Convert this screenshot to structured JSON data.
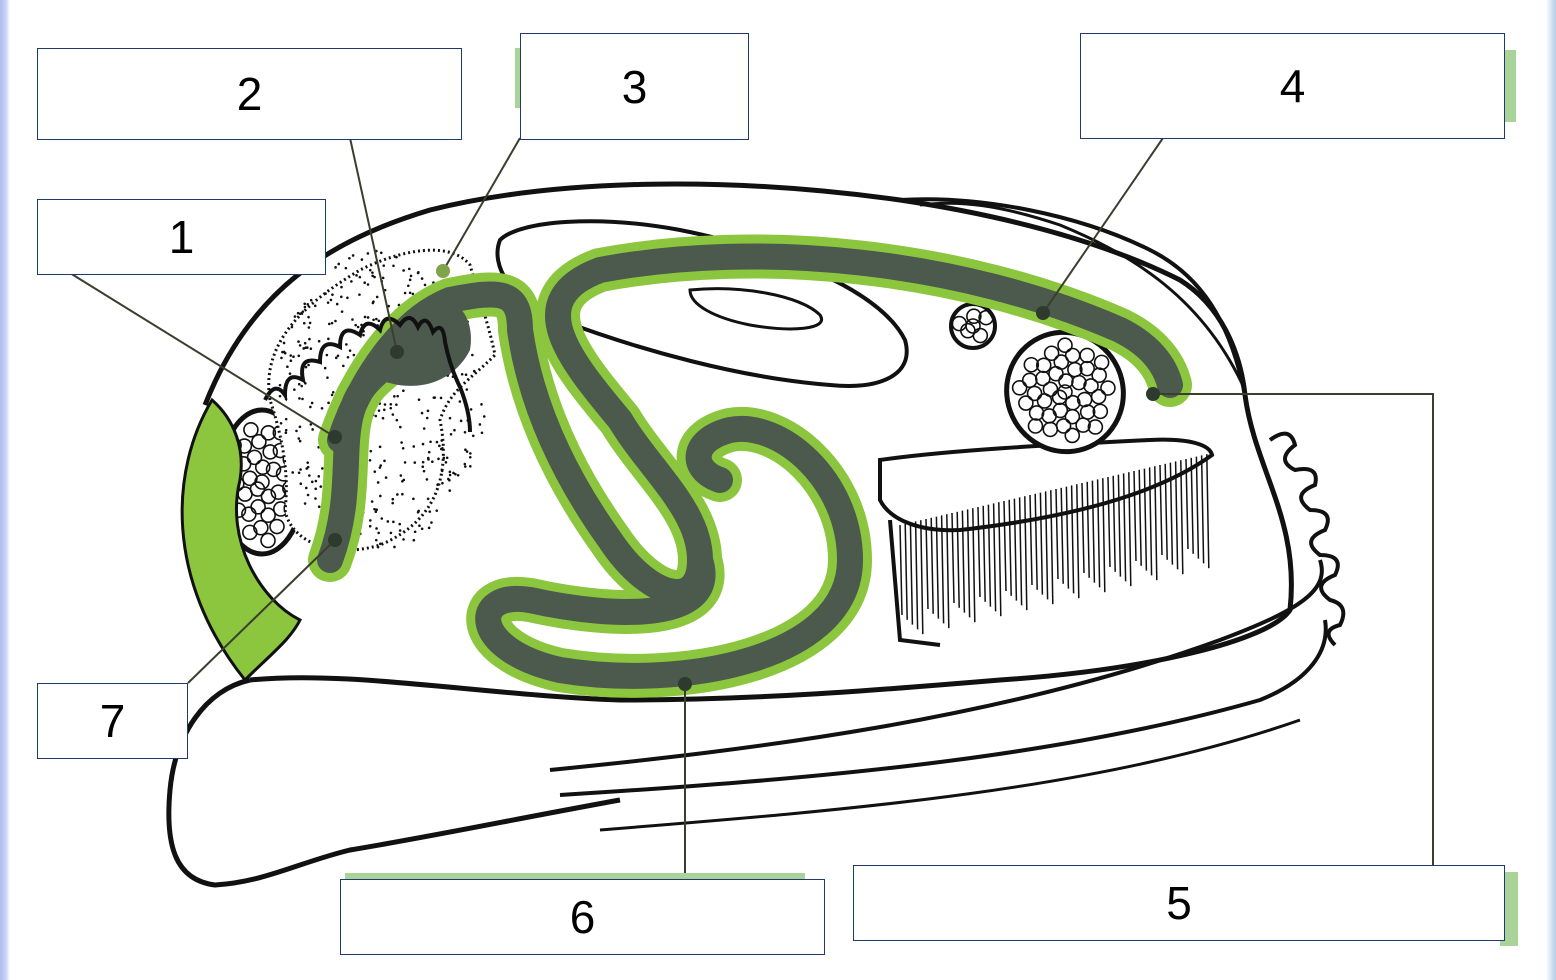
{
  "labels": {
    "l1": "1",
    "l2": "2",
    "l3": "3",
    "l4": "4",
    "l5": "5",
    "l6": "6",
    "l7": "7"
  },
  "colors": {
    "digestive_light": "#8cc63f",
    "digestive_dark": "#4b5a4d",
    "outline": "#111111",
    "leader_line": "#3d3d2e",
    "box_border": "#1f3a6b",
    "shadow_green": "#a8d49a"
  }
}
